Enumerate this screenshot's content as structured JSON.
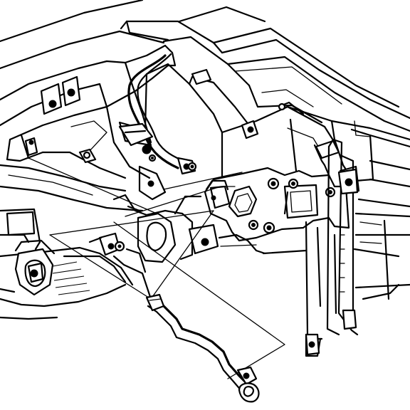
{
  "figure": {
    "kind": "line-art exploded view",
    "parts": [
      "body-panel",
      "frame-rail",
      "bracket",
      "harness",
      "pipe",
      "fasteners"
    ]
  }
}
